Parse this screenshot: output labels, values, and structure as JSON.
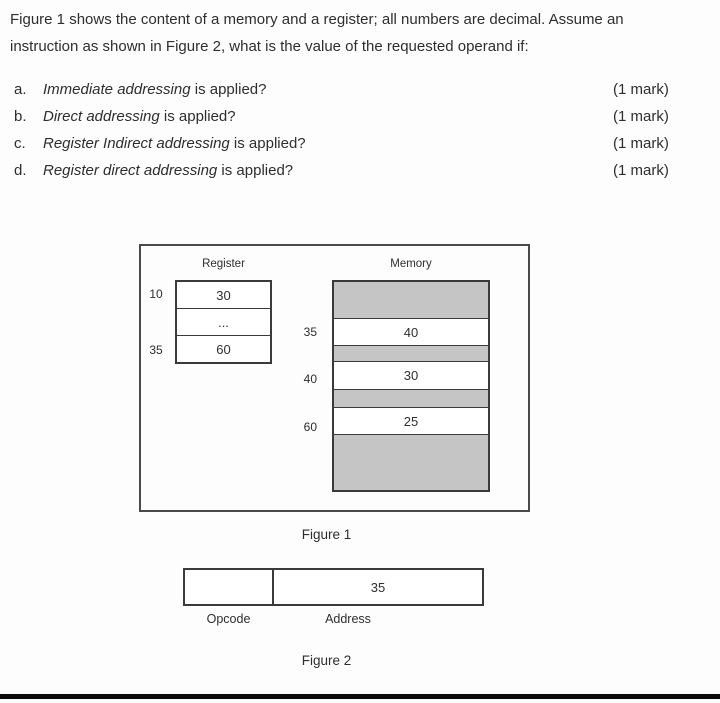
{
  "question": {
    "intro_line1": "Figure 1 shows the content of a memory and a register; all numbers are decimal. Assume an",
    "intro_line2": "instruction as shown in Figure 2, what is the value of the requested operand if:",
    "items": [
      {
        "marker": "a.",
        "mode": "Immediate addressing",
        "rest": " is applied?",
        "marks": "(1 mark)"
      },
      {
        "marker": "b.",
        "mode": "Direct addressing",
        "rest": " is applied?",
        "marks": "(1 mark)"
      },
      {
        "marker": "c.",
        "mode": "Register Indirect addressing",
        "rest": " is applied?",
        "marks": "(1 mark)"
      },
      {
        "marker": "d.",
        "mode": "Register direct addressing",
        "rest": " is applied?",
        "marks": "(1 mark)"
      }
    ]
  },
  "figure1": {
    "caption": "Figure 1",
    "register": {
      "title": "Register",
      "rows": [
        {
          "address": "10",
          "value": "30"
        },
        {
          "address": "",
          "value": "..."
        },
        {
          "address": "35",
          "value": "60"
        }
      ]
    },
    "memory": {
      "title": "Memory",
      "rows": [
        {
          "type": "gray",
          "address": "",
          "value": ""
        },
        {
          "type": "white",
          "address": "35",
          "value": "40"
        },
        {
          "type": "gray",
          "address": "",
          "value": ""
        },
        {
          "type": "white",
          "address": "40",
          "value": "30"
        },
        {
          "type": "gray",
          "address": "",
          "value": ""
        },
        {
          "type": "white",
          "address": "60",
          "value": "25"
        },
        {
          "type": "gray",
          "address": "",
          "value": ""
        }
      ]
    }
  },
  "figure2": {
    "caption": "Figure 2",
    "opcode_label": "Opcode",
    "address_label": "Address",
    "address_value": "35"
  },
  "colors": {
    "memory_gray": "#c5c5c5",
    "border": "#3a3a3a",
    "text": "#2e2e2e",
    "bottom_bar": "#0b0b0b"
  }
}
